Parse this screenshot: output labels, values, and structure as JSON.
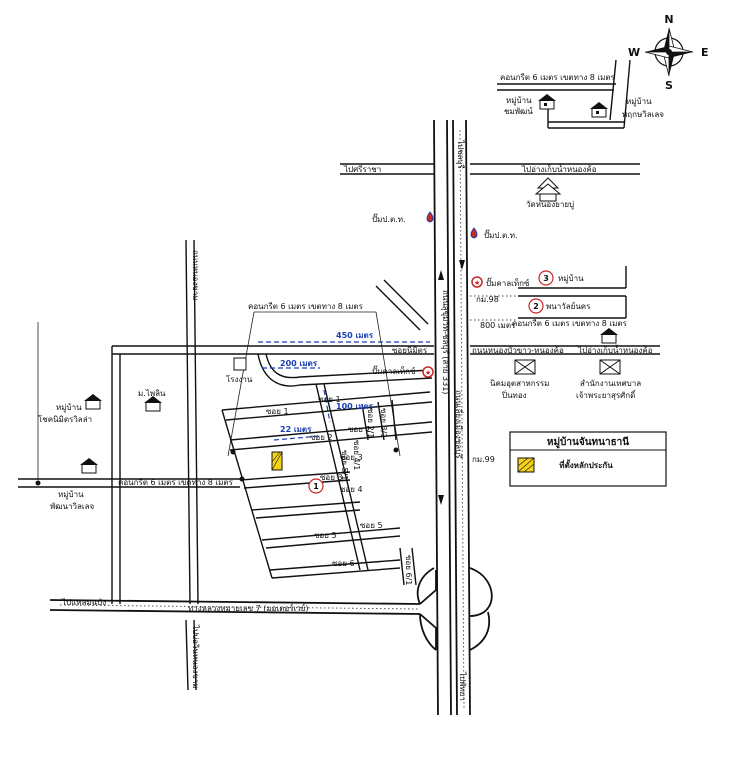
{
  "compass": {
    "north": "N",
    "south": "S",
    "east": "E",
    "west": "W"
  },
  "legend": {
    "title": "หมู่บ้านจันทนาธานี",
    "marker_label": "ที่ตั้งหลักประกัน",
    "marker_color": "#f5d21a"
  },
  "labels": {
    "road_top_concrete": "คอนกรีต 6 เมตร เขตทาง 8 เมตร",
    "village_chomphat": "หมู่บ้าน\nชมพัฒน์",
    "village_phruksa": "หมู่บ้าน\nพฤกษวิลเลจ",
    "to_sriracha": "ไปศรีราชา",
    "to_nong_kho": "ไปอ่างเก็บน้ำหนองค้อ",
    "wat_nong_yai_bu": "วัดหนองยายบู่",
    "ptt_left": "ปั๊มป.ต.ท.",
    "ptt_right": "ปั๊มป.ต.ท.",
    "caltex_top": "ปั๊มคาลเท็กซ์",
    "village_3": "หมู่บ้าน",
    "village_2": "พนาวัลย์นคร",
    "km_98": "กม.98",
    "m_800": "800 เมตร",
    "road_mid_concrete": "คอนกรีต 6 เมตร เขตทาง 8 เมตร",
    "road_ban_bueng": "ถนนหนองบัวขาว-หนองค้อ",
    "to_nong_kho_2": "ไปอ่างเก็บน้ำหนองค้อ",
    "industrial": "นิคมอุตสาหกรรม\nปิ่นทอง",
    "municipal": "สำนักงานเทศบาล\nเจ้าพระยาสุรศักดิ์",
    "soi_nilmit": "ซอยนิมิตร",
    "m_450": "450 เมตร",
    "road_left_top_concrete": "คอนกรีต 6 เมตร เขตทาง 8 เมตร",
    "factory": "โรงงาน",
    "m_200": "200 เมตร",
    "caltex_mid": "ปั๊มคาลเท็กซ์",
    "mm_phloen": "ม.ไพลิน",
    "village_chokanimit": "หมู่บ้าน\nโชคนิมิตรวิลล่า",
    "m_100": "100 เมตร",
    "m_22": "22 เมตร",
    "road_left_concrete": "คอนกรีต 6 เมตร เขตทาง 8 เมตร",
    "village_phatthana": "หมู่บ้าน\nพัฒนาวิลเลจ",
    "km_99": "กม.99",
    "to_laem_chabang": "ไปแหลมฉบัง",
    "highway_7": "ทางหลวงหมายเลข 7 (มอเตอร์เวย์)",
    "road_vertical_left": "ถนนหนองขาม",
    "road_vertical_left_bottom": "ไปบ่อวินหนองขาม",
    "highway_vertical": "ถนนสุขุมวิท-ชลบุรี (สาย 331)",
    "highway_vertical_2": "ถนนเลี่ยงเมืองชลบุรี",
    "road_vertical_right_top": "ไปชลบุรี",
    "road_vertical_right_bottom": "ไปพัทยา",
    "soi_1": "ซอย 1",
    "soi_2": "ซอย 2",
    "soi_3": "ซอย 3",
    "soi_4": "ซอย 4",
    "soi_5": "ซอย 5",
    "soi_6": "ซอย 6",
    "soi_6_1": "ซอย 6/1",
    "soi_2_1": "ซอย 2/1",
    "soi_3_1": "ซอย 3/1",
    "soi_4_1": "ซอย 4/1",
    "soi_5_1": "ซอย 5/1",
    "circle_1": "1",
    "circle_2": "2",
    "circle_3": "3"
  }
}
